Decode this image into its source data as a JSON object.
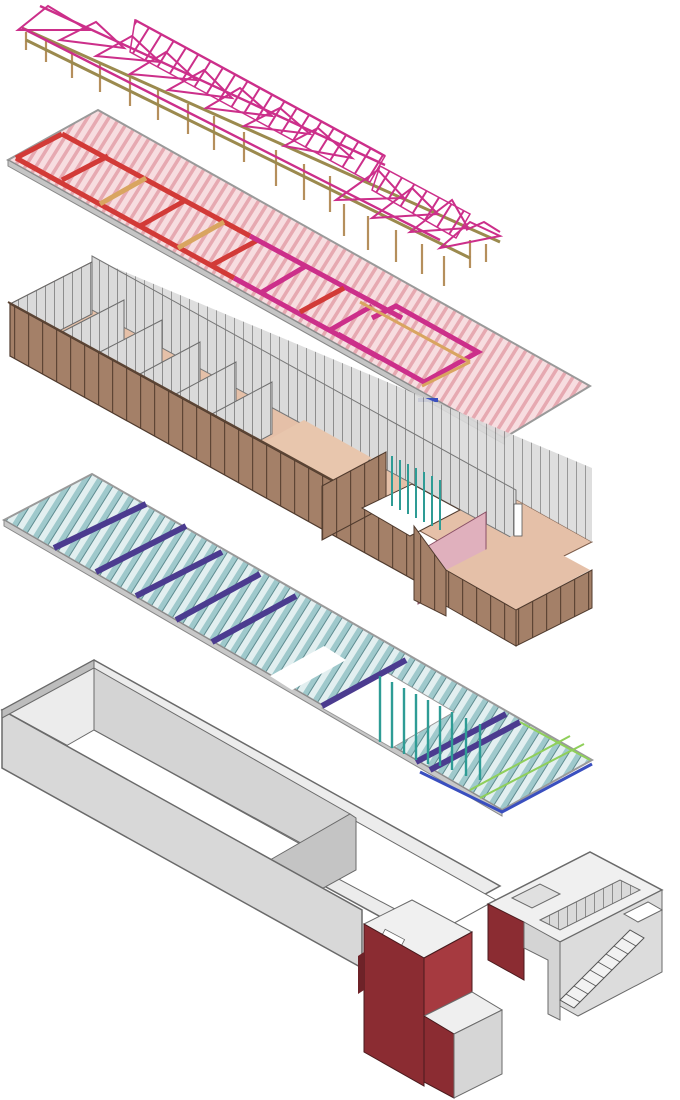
{
  "diagram": {
    "kind": "exploded-axonometric-building-assembly",
    "layers": [
      {
        "id": "roof-trusses",
        "color": "#cc2f8a"
      },
      {
        "id": "ceiling-joists",
        "color": "#e8b5bd"
      },
      {
        "id": "timber-frame-walls",
        "color": "#a07a62"
      },
      {
        "id": "floor-joists",
        "color": "#9fc9cc"
      },
      {
        "id": "concrete-foundation",
        "color": "#d7d7d7"
      }
    ],
    "colors": {
      "truss": "#cc2f8a",
      "post": "#c6a372",
      "joist_pink": "#f0c3c8",
      "beam_red": "#d23a37",
      "beam_tan": "#d9a560",
      "wall_brown": "#9c7761",
      "wall_grey": "#d2d2d2",
      "floor_tan": "#e5c0a8",
      "joist_teal": "#a9d3d6",
      "beam_purple": "#4b3b8f",
      "post_teal": "#2e9c95",
      "concrete": "#d8d8d8",
      "accent_red": "#7e2a2f"
    }
  }
}
